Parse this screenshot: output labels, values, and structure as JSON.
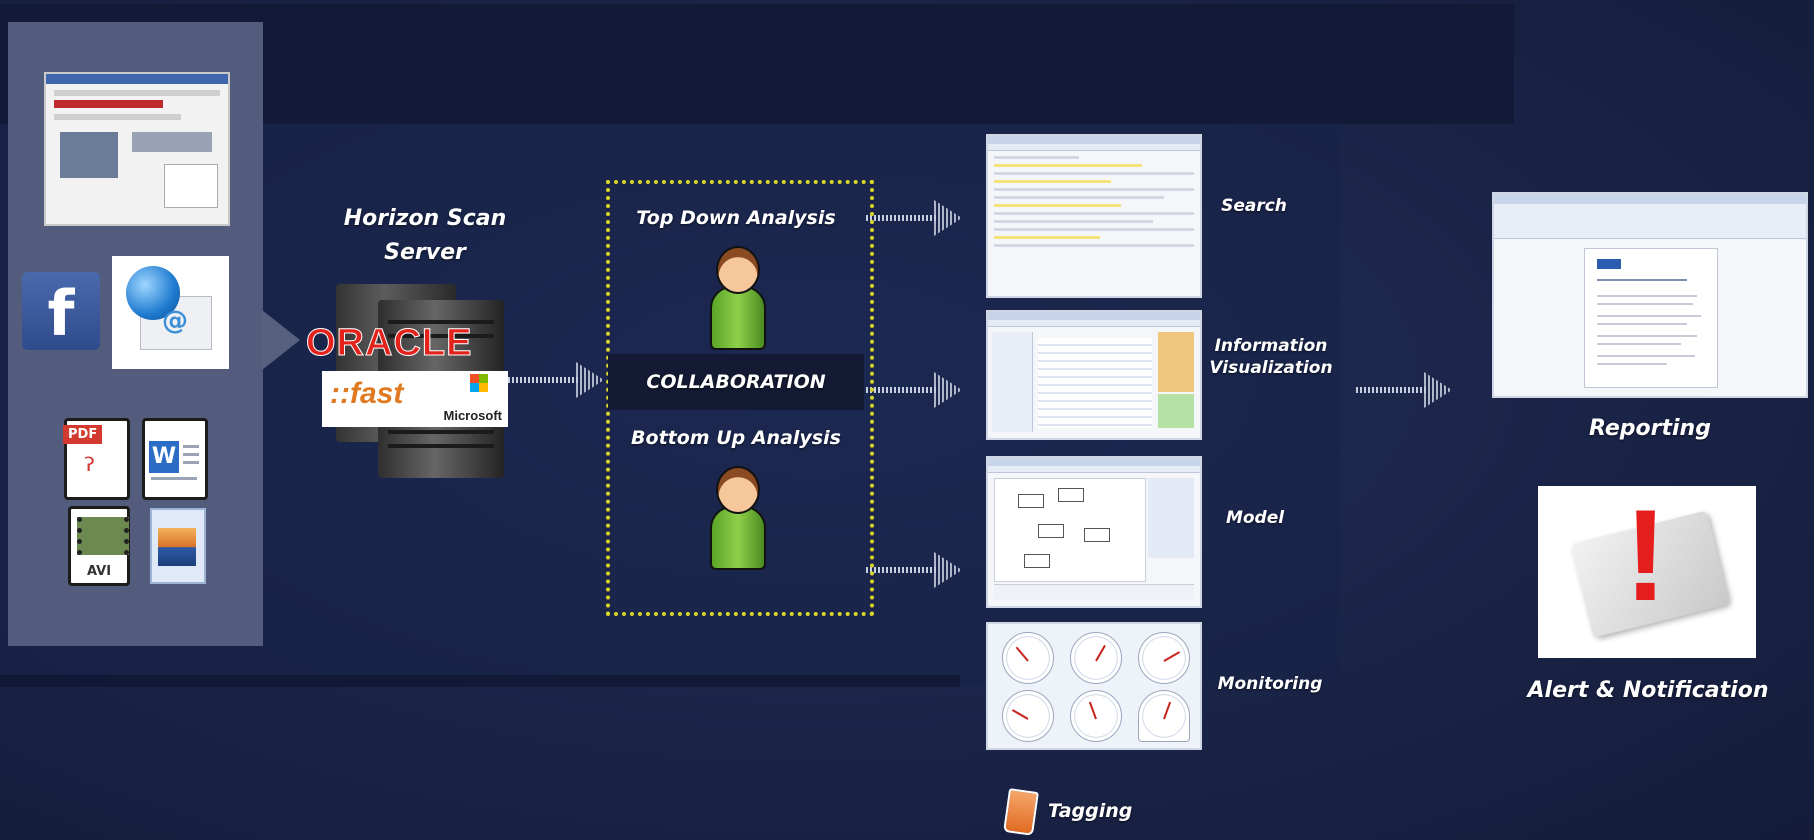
{
  "sources": {
    "icons": [
      "browser-icon",
      "facebook-icon",
      "email-icon",
      "pdf-file-icon",
      "word-file-icon",
      "avi-file-icon",
      "image-file-icon"
    ],
    "facebook_letter": "f",
    "email_symbol": "@",
    "pdf_tag": "PDF",
    "word_letter": "W",
    "avi_tag": "AVI"
  },
  "server": {
    "title_line1": "Horizon Scan",
    "title_line2": "Server",
    "oracle_logo": "ORACLE",
    "fast_logo": "::fast",
    "microsoft_logo": "Microsoft"
  },
  "collaboration": {
    "top": "Top Down Analysis",
    "center": "COLLABORATION",
    "bottom": "Bottom Up Analysis"
  },
  "modules": {
    "search": "Search",
    "info_vis_line1": "Information",
    "info_vis_line2": "Visualization",
    "model": "Model",
    "monitoring": "Monitoring",
    "tagging": "Tagging"
  },
  "outputs": {
    "reporting": "Reporting",
    "alert": "Alert & Notification"
  },
  "colors": {
    "background": "#1a2447",
    "collaboration_border": "#d9d629",
    "oracle_red": "#e3221c",
    "alert_red": "#e61d1d"
  }
}
